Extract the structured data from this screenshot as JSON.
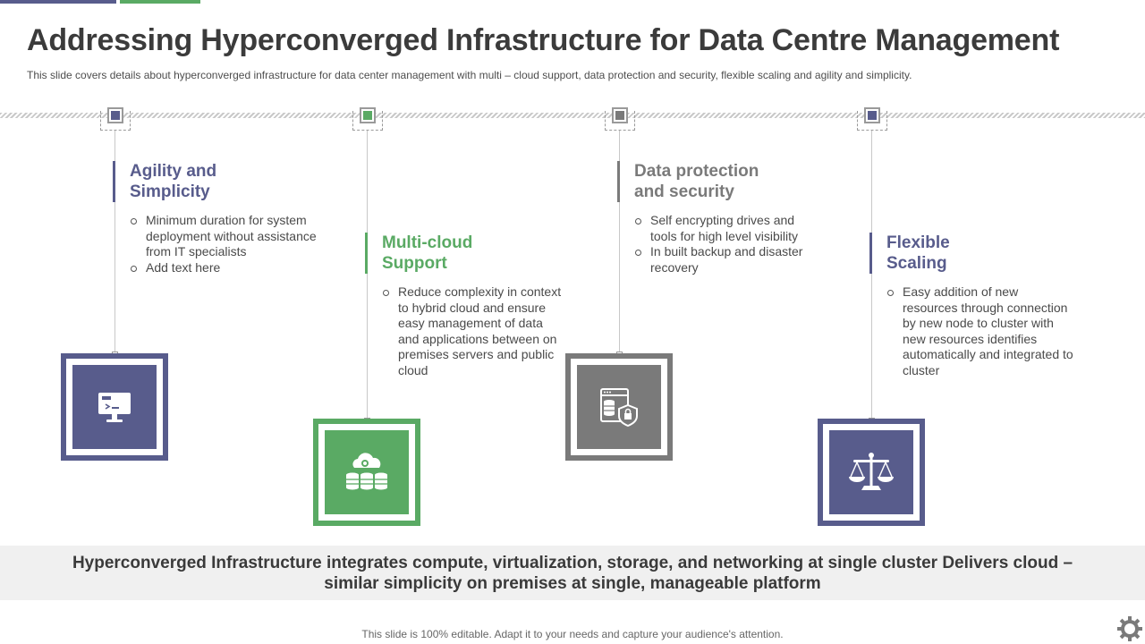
{
  "title": "Addressing Hyperconverged Infrastructure for Data Centre Management",
  "subtitle": "This slide covers details about hyperconverged  infrastructure for data center management with multi – cloud support, data protection and security, flexible scaling and agility and simplicity.",
  "colors": {
    "purple": "#585c8c",
    "green": "#5aaa64",
    "gray": "#7a7a7a"
  },
  "steps": [
    {
      "heading_line1": "Agility and",
      "heading_line2": "Simplicity",
      "color": "#585c8c",
      "icon": "monitor-code-icon",
      "bullets": [
        "Minimum duration for system deployment without assistance from IT specialists",
        "Add text here"
      ]
    },
    {
      "heading_line1": "Multi-cloud",
      "heading_line2": "Support",
      "color": "#5aaa64",
      "icon": "cloud-database-icon",
      "bullets": [
        "Reduce complexity in context to hybrid cloud and ensure easy management of data and applications between on premises servers and public cloud"
      ]
    },
    {
      "heading_line1": "Data protection",
      "heading_line2": "and security",
      "color": "#7a7a7a",
      "icon": "secure-database-icon",
      "bullets": [
        "Self encrypting drives and tools for high level visibility",
        "In built backup and disaster recovery"
      ]
    },
    {
      "heading_line1": "Flexible",
      "heading_line2": "Scaling",
      "color": "#585c8c",
      "icon": "balance-scale-icon",
      "bullets": [
        "Easy addition of new resources through connection by new node to cluster with new resources identifies automatically and integrated to cluster"
      ]
    }
  ],
  "banner": "Hyperconverged Infrastructure integrates compute, virtualization, storage, and networking at single cluster Delivers cloud –similar simplicity on premises at single, manageable platform",
  "footer": "This slide is 100% editable. Adapt it to your needs and capture your audience's attention."
}
